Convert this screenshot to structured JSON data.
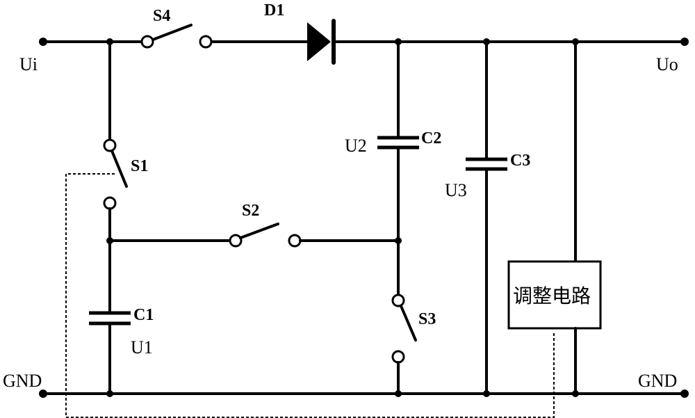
{
  "labels": {
    "input": "Ui",
    "output": "Uo",
    "gnd_left": "GND",
    "gnd_right": "GND",
    "switch_s1": "S1",
    "switch_s2": "S2",
    "switch_s3": "S3",
    "switch_s4": "S4",
    "diode": "D1",
    "cap_c1": "C1",
    "cap_c2": "C2",
    "cap_c3": "C3",
    "voltage_u1": "U1",
    "voltage_u2": "U2",
    "voltage_u3": "U3",
    "regulator": "调整电路"
  }
}
